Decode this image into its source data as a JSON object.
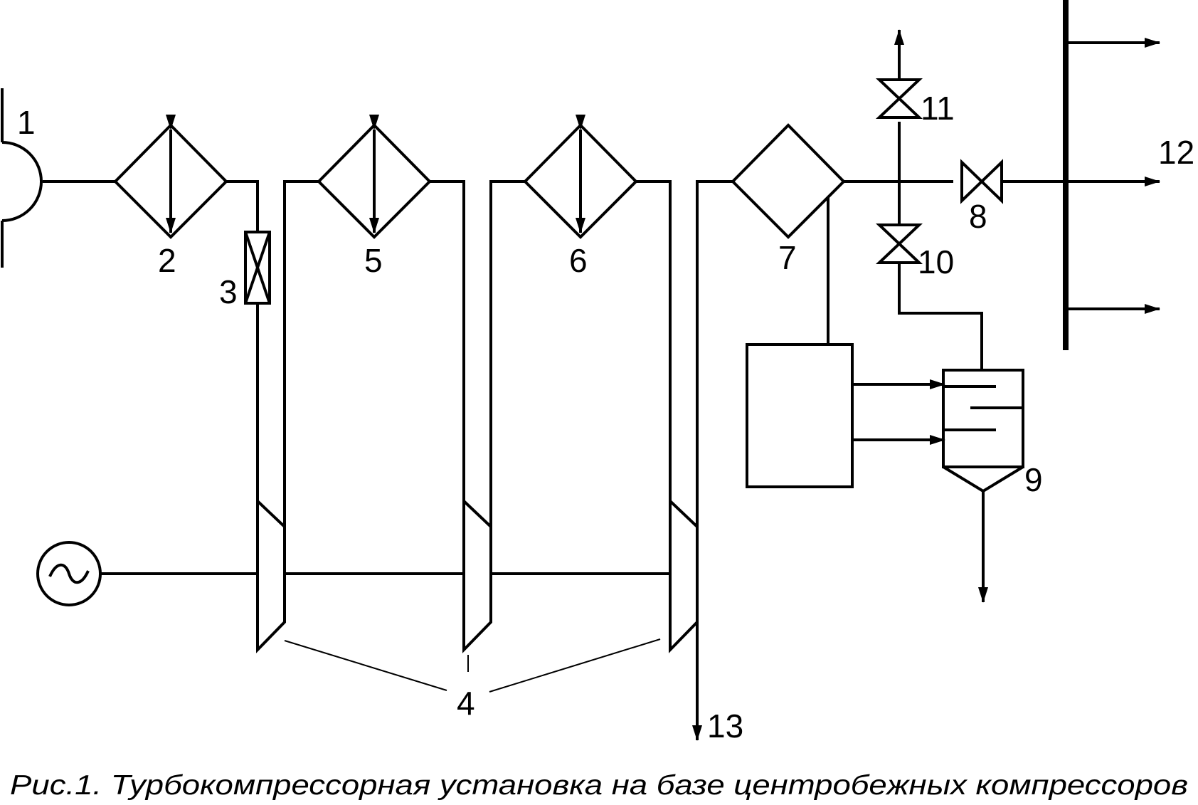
{
  "labels": {
    "n1": "1",
    "n2": "2",
    "n3": "3",
    "n4": "4",
    "n5": "5",
    "n6": "6",
    "n7": "7",
    "n8": "8",
    "n9": "9",
    "n10": "10",
    "n11": "11",
    "n12": "12",
    "n13": "13"
  },
  "caption": "Рис.1. Турбокомпрессорная установка на базе центробежных компрессоров"
}
